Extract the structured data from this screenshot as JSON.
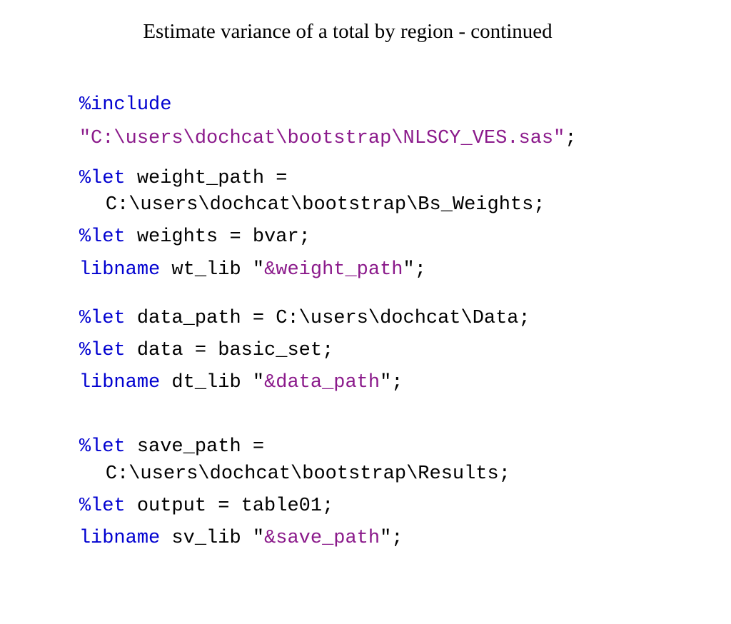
{
  "title": "Estimate variance of a total by region - continued",
  "colors": {
    "keyword": "#0000d0",
    "string": "#8b1a8b",
    "text": "#000000"
  },
  "code": {
    "include_kw": "%include",
    "include_path": "\"C:\\users\\dochcat\\bootstrap\\NLSCY_VES.sas\"",
    "include_end": ";",
    "let1_kw": "%let",
    "let1_text": " weight_path =",
    "let1_cont": "C:\\users\\dochcat\\bootstrap\\Bs_Weights;",
    "let2_kw": "%let",
    "let2_text": " weights = bvar;",
    "lib1_kw": "libname",
    "lib1_text": " wt_lib ",
    "lib1_q1": "\"",
    "lib1_str": "&weight_path",
    "lib1_q2": "\"",
    "lib1_end": ";",
    "let3_kw": "%let",
    "let3_text": " data_path = C:\\users\\dochcat\\Data;",
    "let4_kw": "%let",
    "let4_text": " data = basic_set;",
    "lib2_kw": "libname",
    "lib2_text": " dt_lib ",
    "lib2_q1": "\"",
    "lib2_str": "&data_path",
    "lib2_q2": "\"",
    "lib2_end": ";",
    "let5_kw": "%let",
    "let5_text": " save_path =",
    "let5_cont": "C:\\users\\dochcat\\bootstrap\\Results;",
    "let6_kw": "%let",
    "let6_text": " output = table01;",
    "lib3_kw": "libname",
    "lib3_text": " sv_lib ",
    "lib3_q1": "\"",
    "lib3_str": "&save_path",
    "lib3_q2": "\"",
    "lib3_end": ";"
  }
}
